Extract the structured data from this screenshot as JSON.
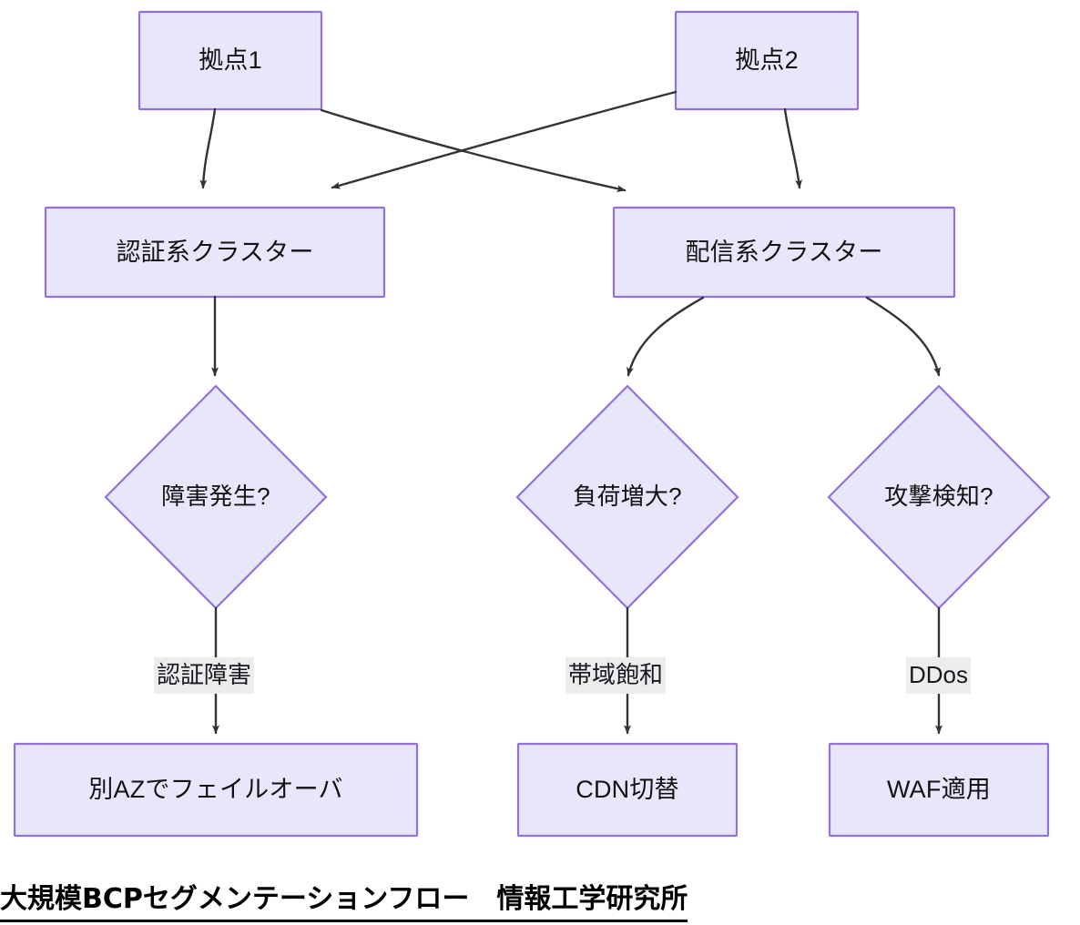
{
  "diagram": {
    "type": "flowchart",
    "title": "大規模BCPセグメンテーションフロー　情報工学研究所",
    "background": "#ffffff",
    "node_fill": "#e8e6fb",
    "node_stroke": "#9370db",
    "edge_color": "#333333",
    "edge_label_bg": "#ececec",
    "text_color": "#121212",
    "nodes": [
      {
        "id": "site1",
        "shape": "rect",
        "label": "拠点1"
      },
      {
        "id": "site2",
        "shape": "rect",
        "label": "拠点2"
      },
      {
        "id": "authcl",
        "shape": "rect",
        "label": "認証系クラスター"
      },
      {
        "id": "delivcl",
        "shape": "rect",
        "label": "配信系クラスター"
      },
      {
        "id": "fault",
        "shape": "diamond",
        "label": "障害発生?"
      },
      {
        "id": "load",
        "shape": "diamond",
        "label": "負荷増大?"
      },
      {
        "id": "attack",
        "shape": "diamond",
        "label": "攻撃検知?"
      },
      {
        "id": "failover",
        "shape": "rect",
        "label": "別AZでフェイルオーバ"
      },
      {
        "id": "cdn",
        "shape": "rect",
        "label": "CDN切替"
      },
      {
        "id": "waf",
        "shape": "rect",
        "label": "WAF適用"
      }
    ],
    "edges": [
      {
        "from": "site1",
        "to": "authcl",
        "label": ""
      },
      {
        "from": "site1",
        "to": "delivcl",
        "label": ""
      },
      {
        "from": "site2",
        "to": "authcl",
        "label": ""
      },
      {
        "from": "site2",
        "to": "delivcl",
        "label": ""
      },
      {
        "from": "authcl",
        "to": "fault",
        "label": ""
      },
      {
        "from": "delivcl",
        "to": "load",
        "label": ""
      },
      {
        "from": "delivcl",
        "to": "attack",
        "label": ""
      },
      {
        "from": "fault",
        "to": "failover",
        "label": "認証障害"
      },
      {
        "from": "load",
        "to": "cdn",
        "label": "帯域飽和"
      },
      {
        "from": "attack",
        "to": "waf",
        "label": "DDos"
      }
    ]
  },
  "labels": {
    "site1": "拠点1",
    "site2": "拠点2",
    "auth_cluster": "認証系クラスター",
    "deliv_cluster": "配信系クラスター",
    "fault_q": "障害発生?",
    "load_q": "負荷増大?",
    "attack_q": "攻撃検知?",
    "failover": "別AZでフェイルオーバ",
    "cdn": "CDN切替",
    "waf": "WAF適用"
  },
  "edge_labels": {
    "auth_fault": "認証障害",
    "bandwidth": "帯域飽和",
    "ddos": "DDos"
  },
  "caption": {
    "text": "大規模BCPセグメンテーションフロー　情報工学研究所"
  }
}
